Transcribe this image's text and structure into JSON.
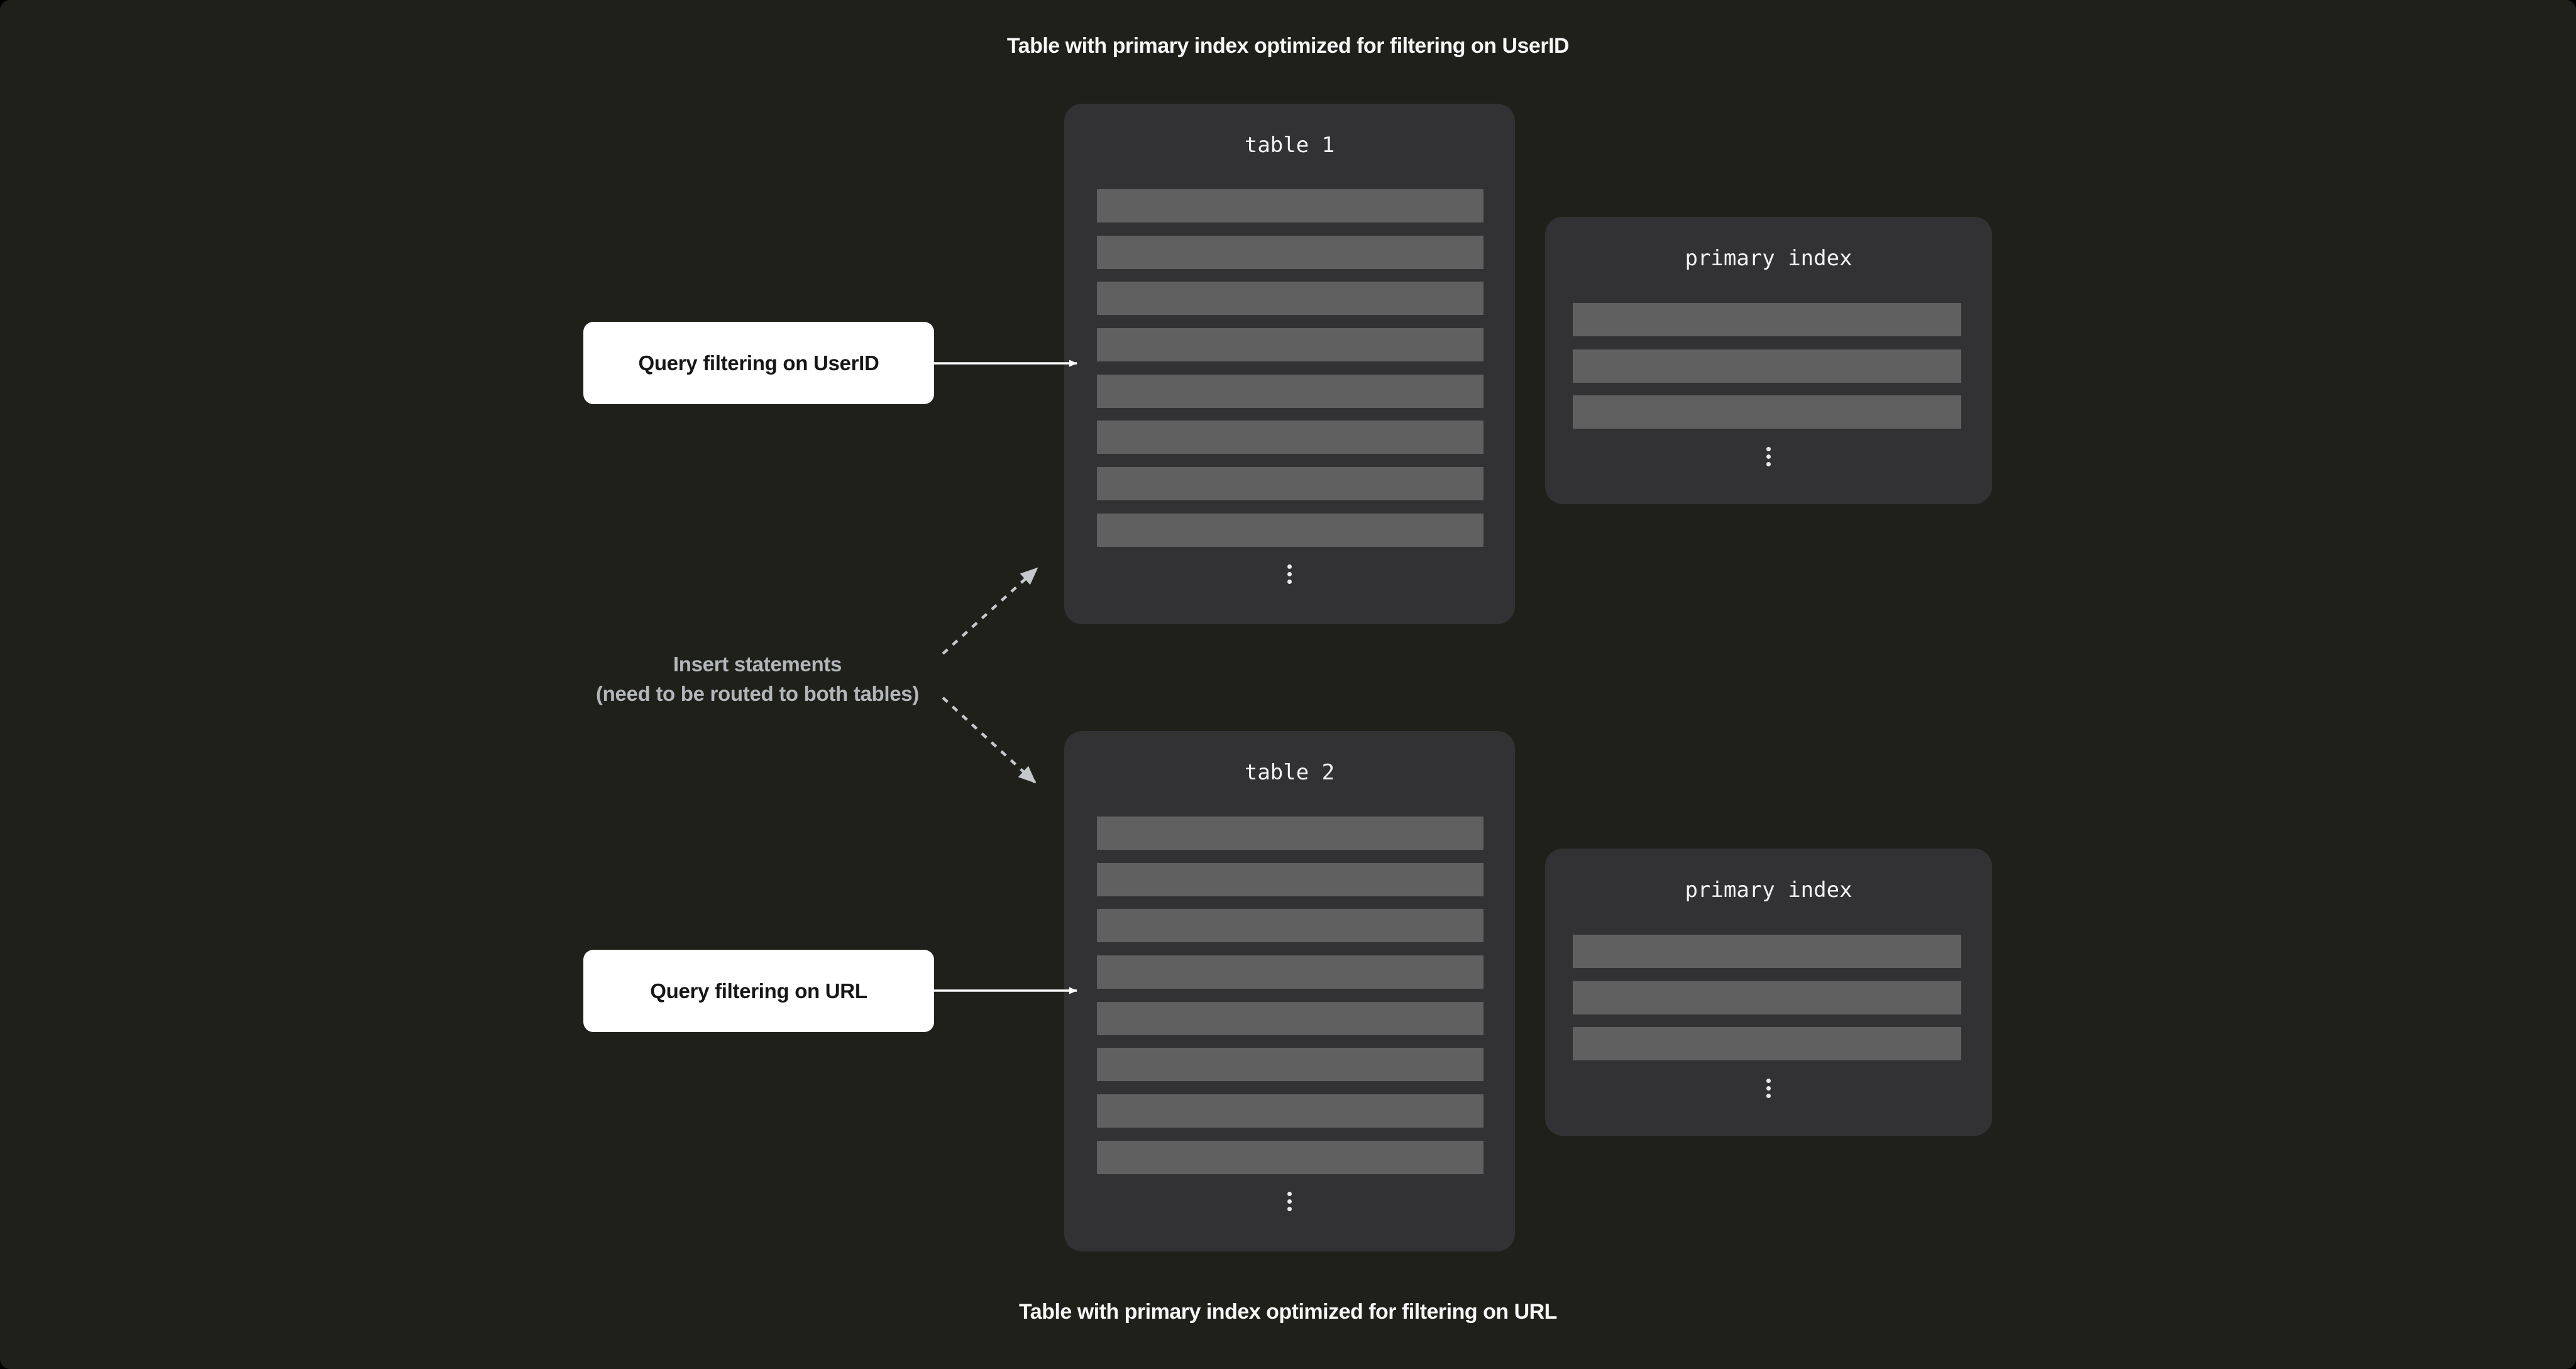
{
  "colors": {
    "background": "#1f201a",
    "card": "#323133",
    "row": "#606060",
    "caption_text": "#f7f7f7",
    "mono_title_text": "#f2f2f2",
    "label_bg": "#ffffff",
    "label_text": "#161616",
    "note_text": "#b3b6ba",
    "solid_arrow": "#ffffff",
    "dashed_arrow": "#c5c8cc",
    "ellipsis_dot": "#eaeaea"
  },
  "caption_top": "Table with primary index optimized for filtering on UserID",
  "caption_bottom": "Table with primary index optimized for filtering on URL",
  "table1": {
    "title": "table 1",
    "row_count": 8
  },
  "table2": {
    "title": "table 2",
    "row_count": 8
  },
  "index1": {
    "title": "primary index",
    "row_count": 3
  },
  "index2": {
    "title": "primary index",
    "row_count": 3
  },
  "label_query_userid": "Query filtering on UserID",
  "label_query_url": "Query filtering on URL",
  "insert_note": {
    "line1": "Insert statements",
    "line2": "(need to be routed to both tables)"
  },
  "icons": {
    "vertical_ellipsis": "⋮"
  }
}
